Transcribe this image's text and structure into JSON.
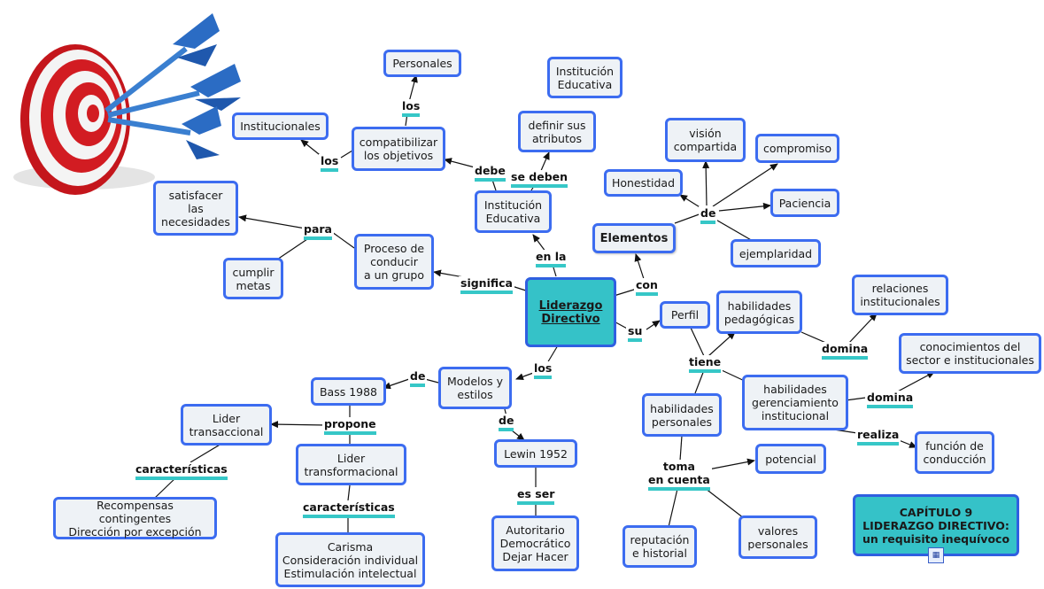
{
  "nodes": {
    "center": "Liderazgo\nDirectivo",
    "personales": "Personales",
    "institucion_top": "Institución\nEducativa",
    "institucionales": "Institucionales",
    "compatibilizar": "compatibilizar\nlos objetivos",
    "definir": "definir sus\natributos",
    "vision": "visión\ncompartida",
    "compromiso": "compromiso",
    "honestidad": "Honestidad",
    "satisfacer": "satisfacer\nlas\nnecesidades",
    "institucion_mid": "Institución\nEducativa",
    "paciencia": "Paciencia",
    "elementos": "Elementos",
    "proceso": "Proceso de\nconducir\na un grupo",
    "cumplir": "cumplir\nmetas",
    "ejemplaridad": "ejemplaridad",
    "relaciones": "relaciones\ninstitucionales",
    "perfil": "Perfil",
    "hab_pedagogicas": "habilidades\npedagógicas",
    "conocimientos": "conocimientos del\nsector e institucionales",
    "bass": "Bass 1988",
    "modelos": "Modelos y\nestilos",
    "hab_gerenciamiento": "habilidades\ngerenciamiento\ninstitucional",
    "lider_transaccional": "Lider\ntransaccional",
    "hab_personales": "habilidades\npersonales",
    "lider_transformacional": "Lider\ntransformacional",
    "lewin": "Lewin 1952",
    "funcion": "función de\nconducción",
    "potencial": "potencial",
    "recompensas": "Recompensas contingentes\nDirección por excepción",
    "autoritario": "Autoritario\nDemocrático\nDejar Hacer",
    "reputacion": "reputación\ne historial",
    "valores": "valores\npersonales",
    "carisma": "Carisma\nConsideración individual\nEstimulación intelectual",
    "chapter": "CAPÍTULO 9\nLIDERAZGO DIRECTIVO:\nun requisito inequívoco"
  },
  "labels": {
    "los_top": "los",
    "los_left": "los",
    "debe": "debe",
    "se_deben": "se deben",
    "de_elementos": "de",
    "para": "para",
    "en_la": "en la",
    "significa": "significa",
    "con": "con",
    "su": "su",
    "domina_1": "domina",
    "los_modelos": "los",
    "tiene": "tiene",
    "de_bass": "de",
    "domina_2": "domina",
    "propone": "propone",
    "de_lewin": "de",
    "realiza": "realiza",
    "caracteristicas_1": "características",
    "toma": "toma\nen cuenta",
    "es_ser": "es ser",
    "caracteristicas_2": "características"
  },
  "colors": {
    "node_border": "#3c6cf0",
    "node_fill": "#eef2f6",
    "center_fill": "#35c2c8",
    "label_underline": "#36c7c7"
  },
  "icons": [
    "target-darts-icon",
    "concept-map-icon"
  ]
}
